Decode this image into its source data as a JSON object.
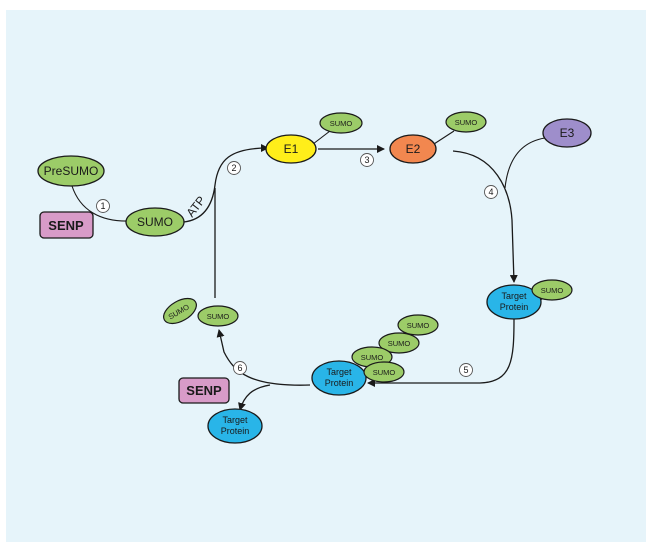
{
  "diagram": {
    "colors": {
      "background": "#e6f4fa",
      "sumo": "#9ccc68",
      "e1": "#ffee1a",
      "e2": "#f2874f",
      "e3": "#9e8ecb",
      "target": "#29b5e8",
      "senp": "#d89bc8",
      "outline": "#1a1a1a"
    },
    "labels": {
      "presumo": "PreSUMO",
      "senp_top": "SENP",
      "sumo_main": "SUMO",
      "atp": "ATP",
      "e1": "E1",
      "e1_sumo": "SUMO",
      "e2": "E2",
      "e2_sumo": "SUMO",
      "e3": "E3",
      "target_right_line1": "Target",
      "target_right_line2": "Protein",
      "target_right_sumo": "SUMO",
      "target_mid_line1": "Target",
      "target_mid_line2": "Protein",
      "chain_sumo_1": "SUMO",
      "chain_sumo_2": "SUMO",
      "chain_sumo_3": "SUMO",
      "chain_sumo_4": "SUMO",
      "free_sumo_a": "SUMO",
      "free_sumo_b": "SUMO",
      "senp_bottom": "SENP",
      "target_free_line1": "Target",
      "target_free_line2": "Protein"
    },
    "steps": [
      "1",
      "2",
      "3",
      "4",
      "5",
      "6"
    ]
  }
}
